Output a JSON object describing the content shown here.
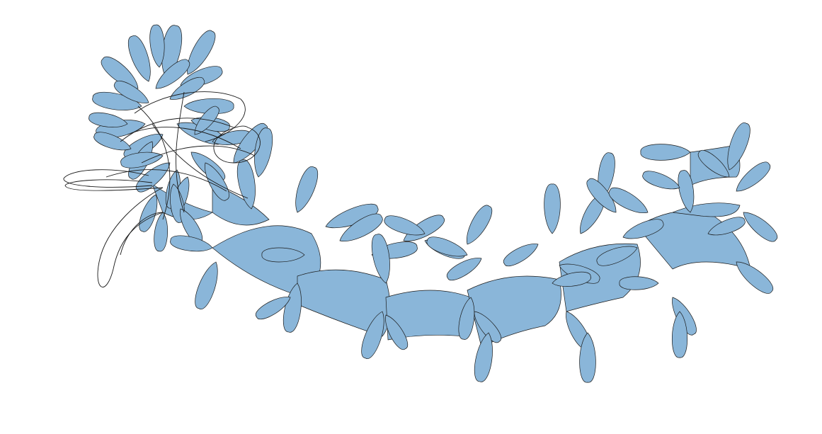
{
  "figure": {
    "kind": "abstract parametric curve rendering",
    "fill_color": "#8ab6d9",
    "stroke_color": "#1a1a1a",
    "background": "#ffffff",
    "fill_rule": "evenodd",
    "motif": "petal-lobe-chain",
    "text_present": false
  }
}
